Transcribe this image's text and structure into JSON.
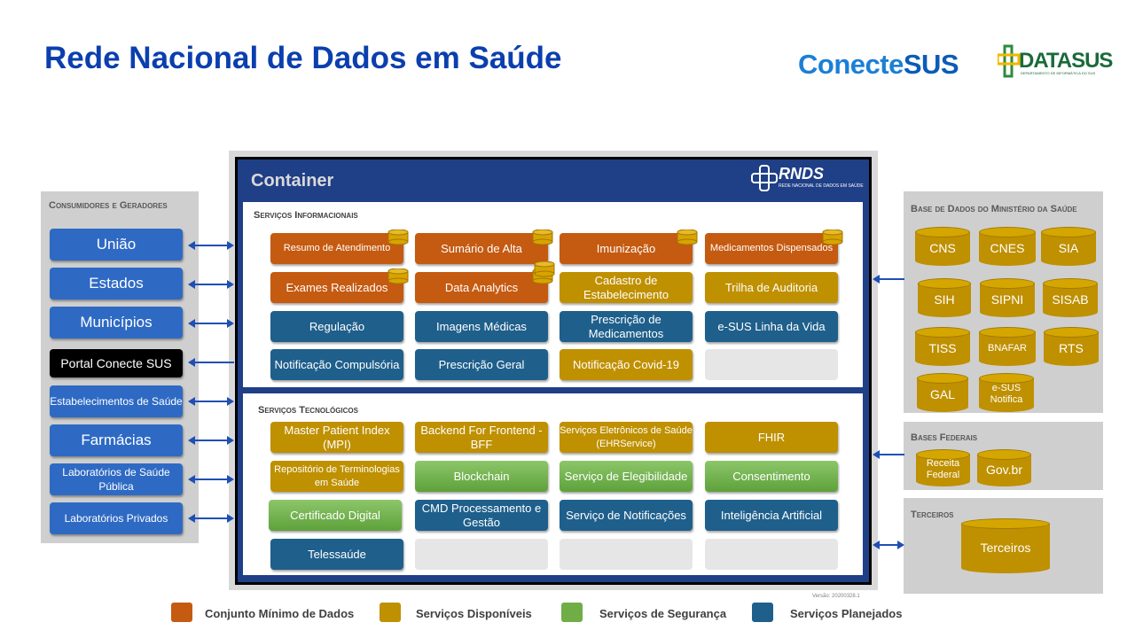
{
  "title": "Rede Nacional de Dados em Saúde",
  "logos": {
    "conecte_a": "Conecte",
    "conecte_b": "SUS",
    "datasus": "DATASUS",
    "datasus_sub": "DEPARTAMENTO DE INFORMÁTICA DO SUS",
    "rnds": "RNDS",
    "rnds_sub": "REDE NACIONAL DE DADOS EM SAÚDE"
  },
  "left_panel": {
    "title": "Consumidores e Geradores",
    "items": [
      "União",
      "Estados",
      "Municípios",
      "Portal Conecte SUS",
      "Estabelecimentos de Saúde",
      "Farmácias",
      "Laboratórios de Saúde Pública",
      "Laboratórios Privados"
    ]
  },
  "container": {
    "label": "Container",
    "informacionais": {
      "title": "Serviços Informacionais",
      "items": [
        "Resumo de Atendimento",
        "Sumário de Alta",
        "Imunização",
        "Medicamentos Dispensados",
        "Exames Realizados",
        "Data Analytics",
        "Cadastro de Estabelecimento",
        "Trilha de Auditoria",
        "Regulação",
        "Imagens Médicas",
        "Prescrição de Medicamentos",
        "e-SUS Linha da Vida",
        "Notificação Compulsória",
        "Prescrição Geral",
        "Notificação Covid-19",
        ""
      ]
    },
    "tecnologicos": {
      "title": "Serviços Tecnológicos",
      "items": [
        "Master Patient Index (MPI)",
        "Backend For Frontend - BFF",
        "Serviços Eletrônicos de Saúde (EHRService)",
        "FHIR",
        "Repositório de Terminologias em Saúde",
        "Blockchain",
        "Serviço de Elegibilidade",
        "Consentimento",
        "Certificado Digital",
        "CMD Processamento e Gestão",
        "Serviço de Notificações",
        "Inteligência Artificial",
        "Telessaúde",
        "",
        "",
        ""
      ]
    }
  },
  "right_panels": {
    "ministerio": {
      "title": "Base de Dados do Ministério da Saúde",
      "items": [
        "CNS",
        "CNES",
        "SIA",
        "SIH",
        "SIPNI",
        "SISAB",
        "TISS",
        "BNAFAR",
        "RTS",
        "GAL",
        "e-SUS Notifica"
      ]
    },
    "federais": {
      "title": "Bases Federais",
      "items": [
        "Receita Federal",
        "Gov.br"
      ]
    },
    "terceiros": {
      "title": "Terceiros",
      "items": [
        "Terceiros"
      ]
    }
  },
  "version": "Versão: 20200328.1",
  "legend": [
    {
      "label": "Conjunto Mínimo de Dados",
      "color": "#c55a11"
    },
    {
      "label": "Serviços Disponíveis",
      "color": "#bf9000"
    },
    {
      "label": "Serviços de Segurança",
      "color": "#70ad47"
    },
    {
      "label": "Serviços Planejados",
      "color": "#1f5f8b"
    }
  ]
}
